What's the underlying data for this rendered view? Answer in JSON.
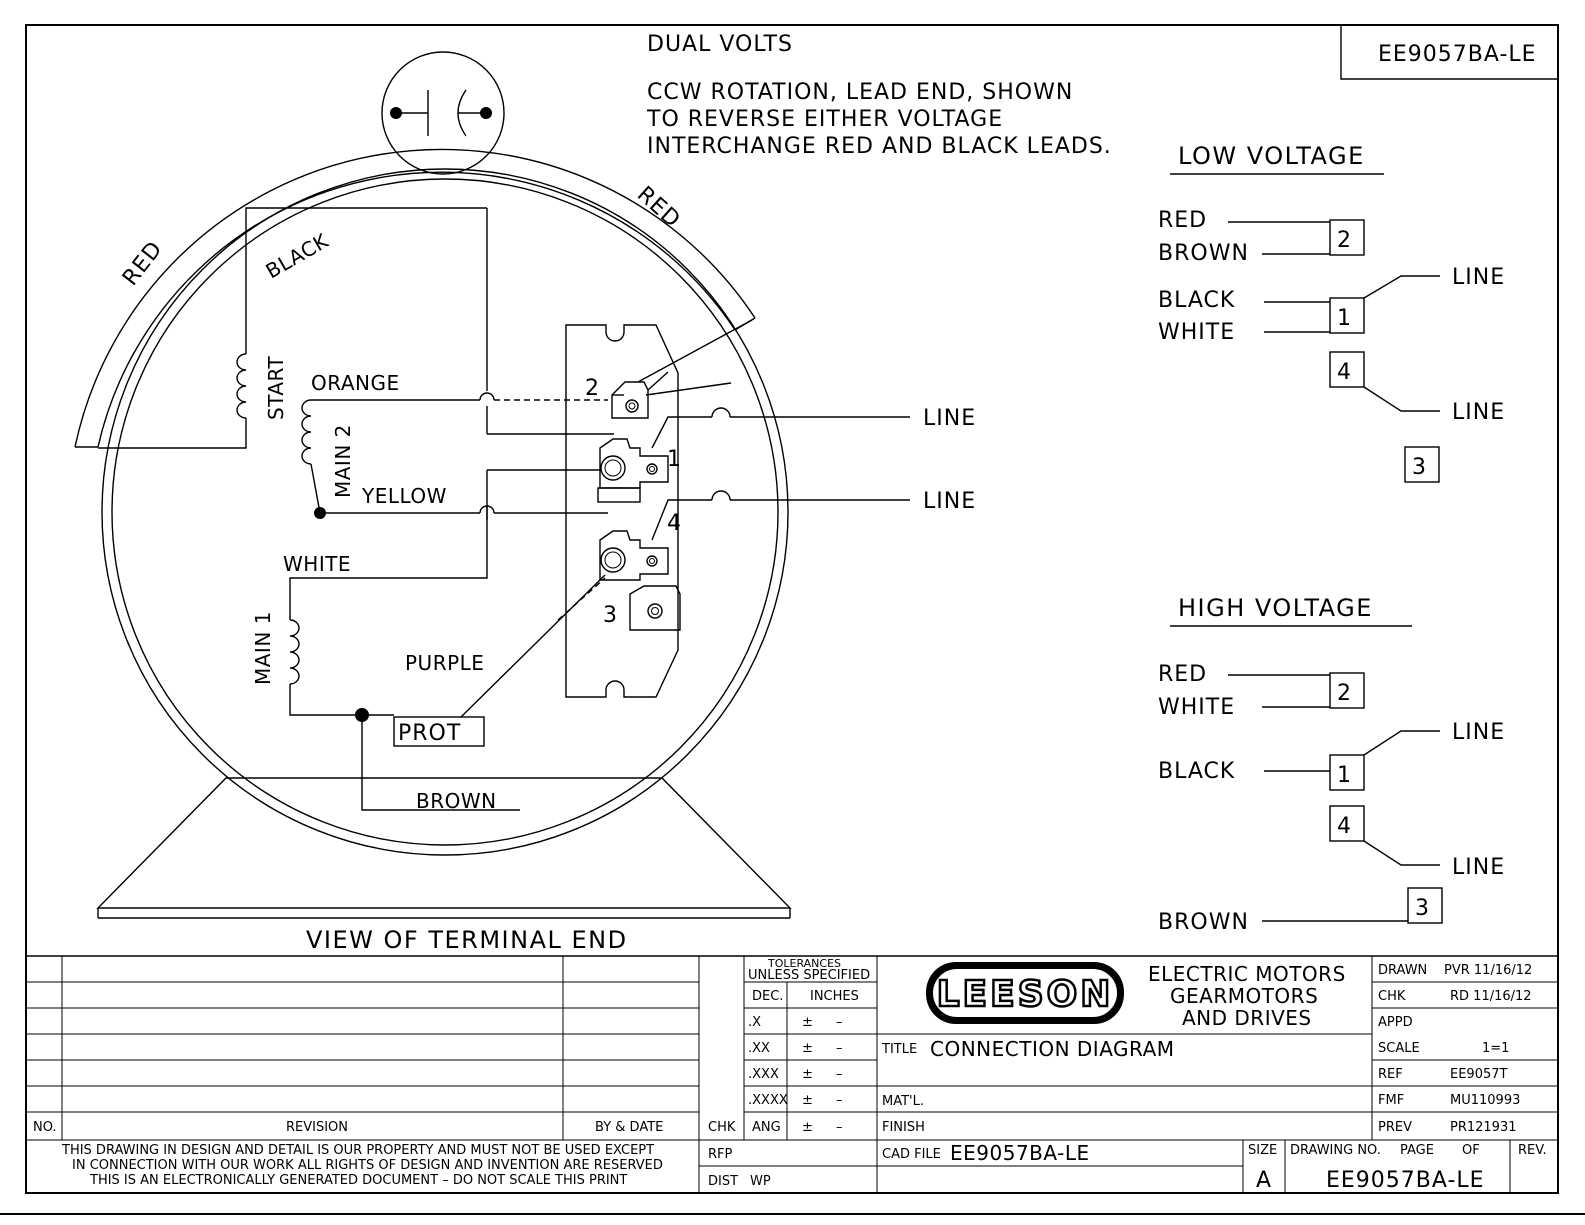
{
  "drawing_id_box": "EE9057BA-LE",
  "notes": {
    "dual_volts": "DUAL VOLTS",
    "line1": "CCW ROTATION, LEAD END, SHOWN",
    "line2": "TO REVERSE EITHER VOLTAGE",
    "line3": "INTERCHANGE RED AND BLACK LEADS."
  },
  "motor_view": {
    "caption": "VIEW OF TERMINAL END",
    "wire_labels": {
      "red_left": "RED",
      "red_right": "RED",
      "black": "BLACK",
      "orange": "ORANGE",
      "yellow": "YELLOW",
      "white": "WHITE",
      "purple": "PURPLE",
      "brown": "BROWN"
    },
    "winding_labels": {
      "start": "START",
      "main2": "MAIN 2",
      "main1": "MAIN 1"
    },
    "prot": "PROT",
    "terminals": {
      "t1": "1",
      "t2": "2",
      "t3": "3",
      "t4": "4"
    },
    "line_top": "LINE",
    "line_bottom": "LINE"
  },
  "low_voltage": {
    "title": "LOW VOLTAGE",
    "leads": [
      "RED",
      "BROWN",
      "BLACK",
      "WHITE"
    ],
    "terminals": [
      "2",
      "1",
      "4",
      "3"
    ],
    "line_a": "LINE",
    "line_b": "LINE"
  },
  "high_voltage": {
    "title": "HIGH VOLTAGE",
    "leads": [
      "RED",
      "WHITE",
      "BLACK",
      "BROWN"
    ],
    "terminals": [
      "2",
      "1",
      "4",
      "3"
    ],
    "line_a": "LINE",
    "line_b": "LINE"
  },
  "title_block": {
    "tolerances": {
      "h1": "TOLERANCES",
      "h2": "UNLESS SPECIFIED",
      "dec": "DEC.",
      "inches": "INCHES",
      "rows": [
        ".X",
        ".XX",
        ".XXX",
        ".XXXX",
        "ANG"
      ],
      "pm": "±",
      "dash": "–"
    },
    "revision_headers": {
      "no": "NO.",
      "revision": "REVISION",
      "by_date": "BY & DATE",
      "chk": "CHK"
    },
    "logo": "LEESON",
    "company": [
      "ELECTRIC MOTORS",
      "GEARMOTORS",
      "AND DRIVES"
    ],
    "title_label": "TITLE",
    "title": "CONNECTION DIAGRAM",
    "matl_label": "MAT'L.",
    "finish_label": "FINISH",
    "cad_file_label": "CAD FILE",
    "cad_file": "EE9057BA-LE",
    "rfp_label": "RFP",
    "dist_label": "DIST",
    "dist": "WP",
    "size_label": "SIZE",
    "size": "A",
    "drawing_no_label": "DRAWING NO.",
    "page_label": "PAGE",
    "of_label": "OF",
    "rev_label": "REV.",
    "drawing_no": "EE9057BA-LE",
    "disclaimer": [
      "THIS DRAWING IN DESIGN AND DETAIL IS OUR PROPERTY AND MUST NOT BE USED EXCEPT",
      "IN CONNECTION WITH OUR WORK ALL RIGHTS OF DESIGN AND INVENTION ARE RESERVED",
      "THIS IS AN ELECTRONICALLY GENERATED DOCUMENT – DO NOT SCALE THIS PRINT"
    ],
    "info": [
      {
        "label": "DRAWN",
        "value": "PVR 11/16/12"
      },
      {
        "label": "CHK",
        "value": "RD 11/16/12"
      },
      {
        "label": "APPD",
        "value": ""
      },
      {
        "label": "SCALE",
        "value": "1=1"
      },
      {
        "label": "REF",
        "value": "EE9057T"
      },
      {
        "label": "FMF",
        "value": "MU110993"
      },
      {
        "label": "PREV",
        "value": "PR121931"
      }
    ]
  }
}
